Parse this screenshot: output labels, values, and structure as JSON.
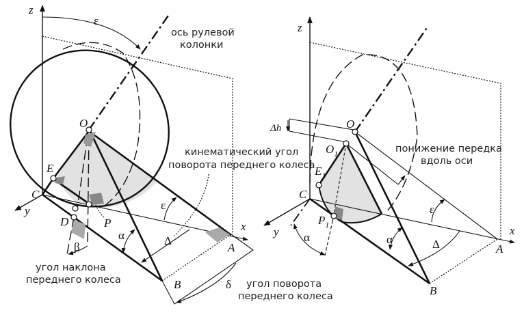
{
  "left": {
    "axes": {
      "z": "z",
      "y": "y",
      "x": "x"
    },
    "points": {
      "O": "O",
      "E": "E",
      "C": "C",
      "D": "D",
      "P": "P",
      "A": "A",
      "B": "B"
    },
    "angles": {
      "epsilon_top": "ε",
      "epsilon": "ε",
      "alpha": "α",
      "delta_cap": "Δ",
      "delta": "δ",
      "beta": "β"
    },
    "captions": {
      "steering_axis_1": "ось рулевой",
      "steering_axis_2": "колонки",
      "kinematic_1": "кинематический угол",
      "kinematic_2": "поворота переднего колеса",
      "camber_1": "угол наклона",
      "camber_2": "переднего колеса",
      "steer_1": "угол поворота",
      "steer_2": "переднего колеса"
    }
  },
  "right": {
    "axes": {
      "z": "z",
      "y": "y",
      "x": "x"
    },
    "points": {
      "O": "O",
      "O1": "O",
      "O1_sub": "1",
      "E1": "E",
      "E1_sub": "1",
      "C": "C",
      "P1": "P",
      "P1_sub": "1",
      "A": "A",
      "B": "B"
    },
    "angles": {
      "dh": "Δh",
      "epsilon": "ε",
      "alpha": "α",
      "alpha_y": "α",
      "delta_cap": "Δ"
    },
    "captions": {
      "lowering_1": "понижение передка",
      "lowering_2": "вдоль оси"
    }
  }
}
